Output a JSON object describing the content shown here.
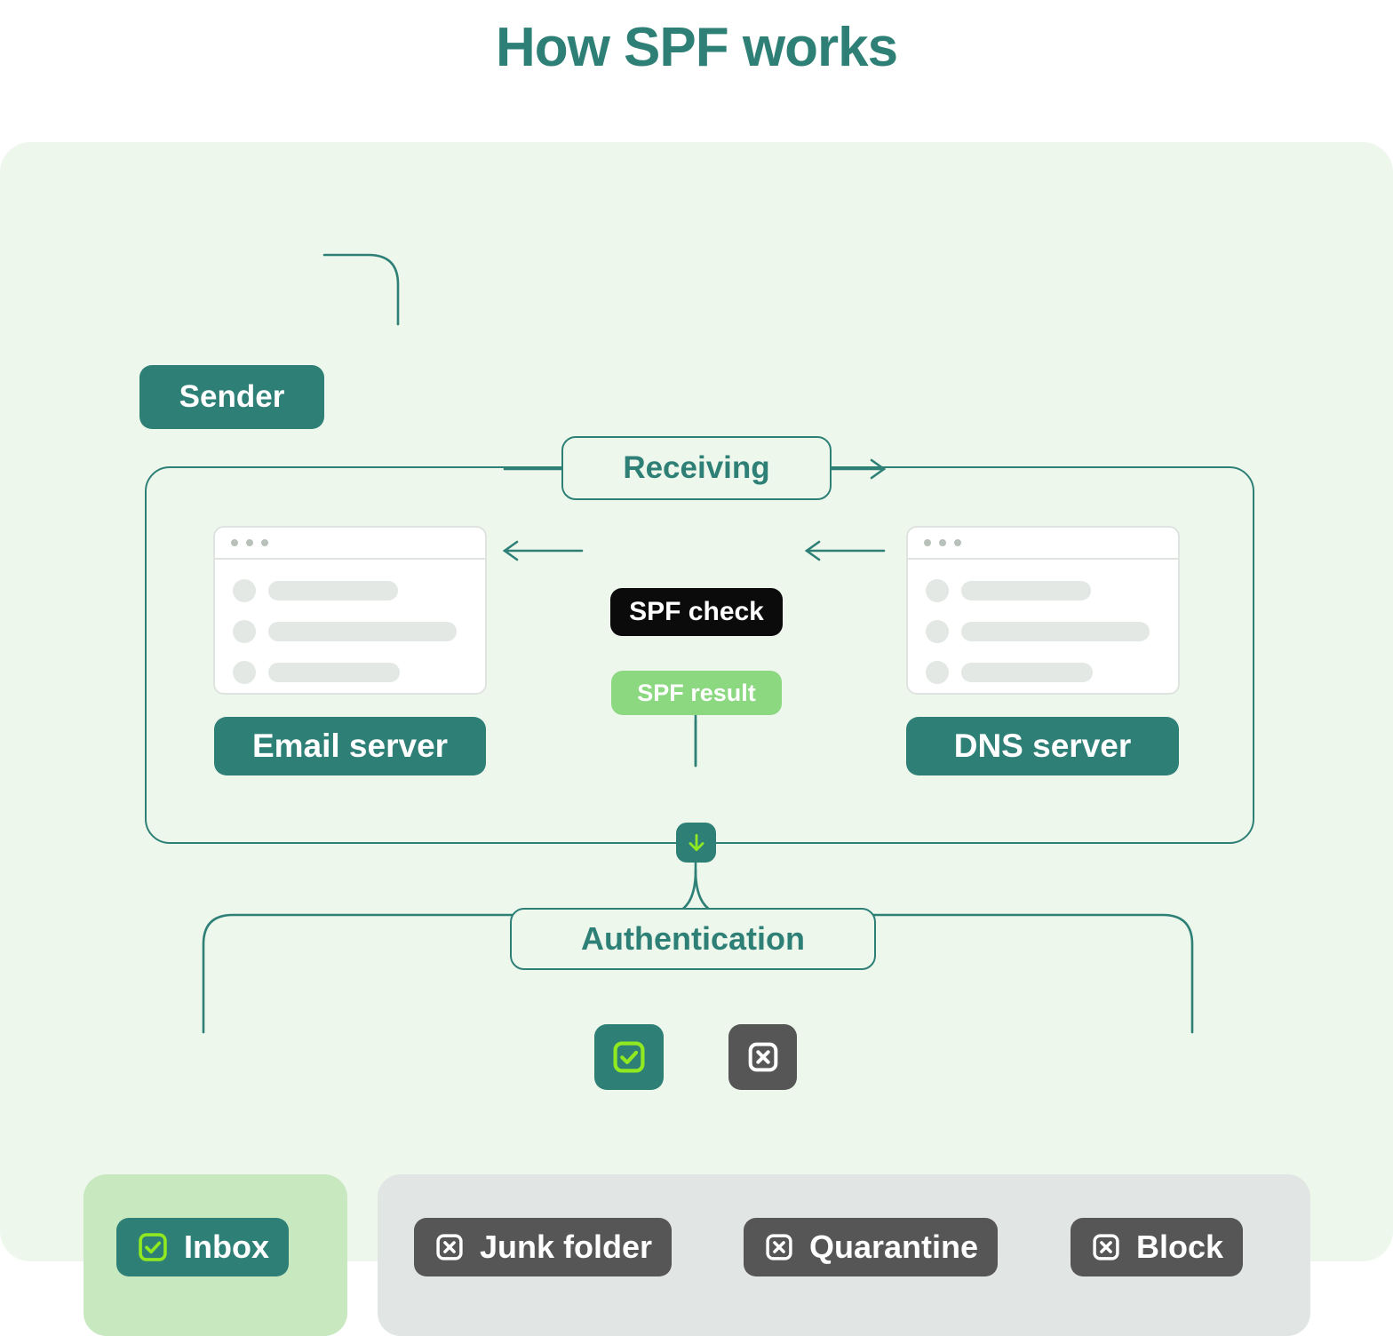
{
  "page": {
    "title": "How SPF works"
  },
  "colors": {
    "teal": "#2E8077",
    "lime": "#8FE820",
    "light_green_bg": "#EDF7EC",
    "green_panel": "#C8E8C0",
    "gray_panel": "#E1E5E3",
    "dark_gray": "#565656",
    "black": "#0B0B0B",
    "spf_result_green": "#8BD881",
    "white": "#FFFFFF"
  },
  "flow": {
    "sender": {
      "label": "Sender"
    },
    "receiving": {
      "label": "Receiving",
      "email_server": {
        "label": "Email server",
        "window_icon": "browser-window-mockup",
        "rows": 3
      },
      "dns_server": {
        "label": "DNS server",
        "window_icon": "browser-window-mockup",
        "rows": 3
      },
      "spf_check": {
        "label": "SPF check",
        "direction": "email-server-to-dns-server"
      },
      "spf_result": {
        "label": "SPF result",
        "direction": "dns-server-to-email-server"
      }
    },
    "down_badge": {
      "icon": "arrow-down-icon"
    },
    "authentication": {
      "label": "Authentication"
    },
    "outcomes": {
      "pass_badge": {
        "icon": "check-square-icon"
      },
      "fail_badge": {
        "icon": "x-square-icon"
      },
      "pass_results": [
        {
          "label": "Inbox",
          "icon": "check-square-icon"
        }
      ],
      "fail_results": [
        {
          "label": "Junk folder",
          "icon": "x-square-icon"
        },
        {
          "label": "Quarantine",
          "icon": "x-square-icon"
        },
        {
          "label": "Block",
          "icon": "x-square-icon"
        }
      ]
    }
  }
}
